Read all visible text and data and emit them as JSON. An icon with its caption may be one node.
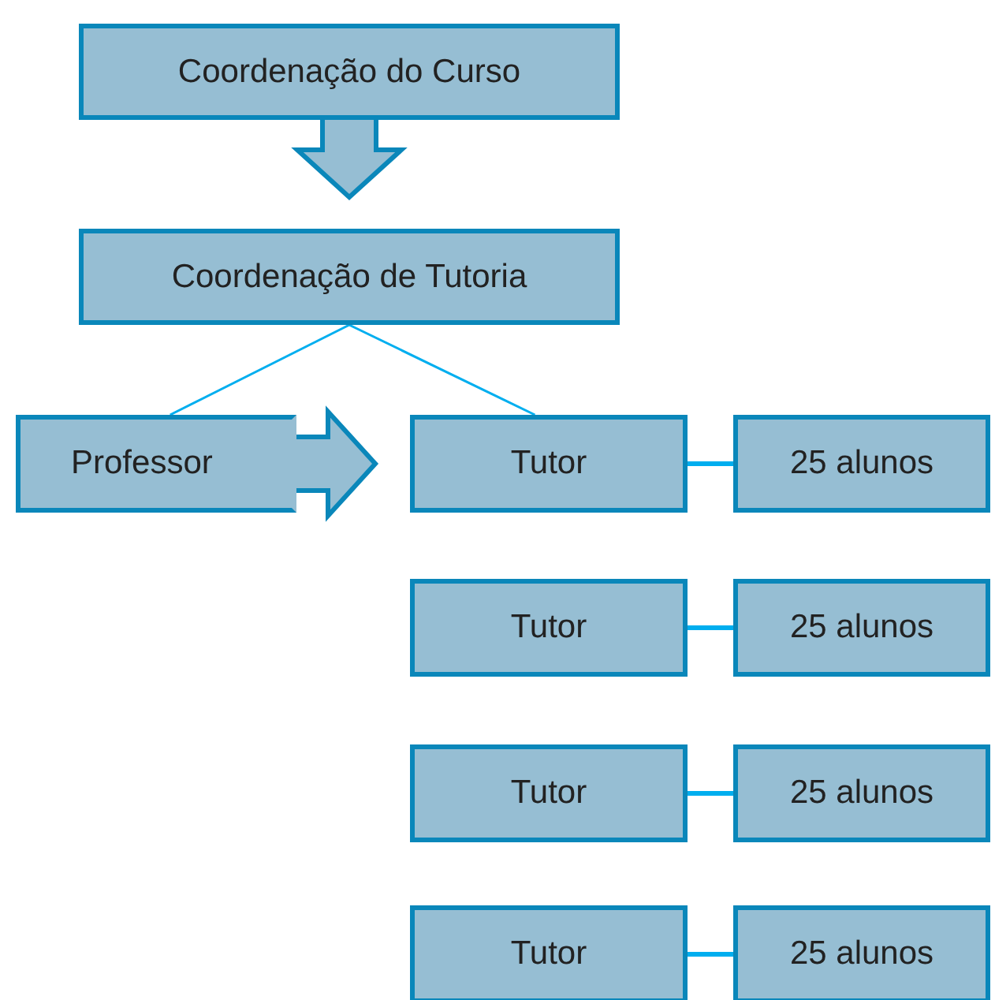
{
  "diagram": {
    "nodes": [
      {
        "text": [
          "Coordenação do Curso"
        ]
      },
      {
        "text": [
          "Coordenação de Tutoria"
        ]
      },
      {
        "text": [
          "Professor"
        ]
      },
      {
        "text": [
          "Tutor"
        ]
      },
      {
        "text": [
          "25 alunos"
        ]
      },
      {
        "text": [
          "Tutor"
        ]
      },
      {
        "text": [
          "25 alunos"
        ]
      },
      {
        "text": [
          "Tutor"
        ]
      },
      {
        "text": [
          "25 alunos"
        ]
      },
      {
        "text": [
          "Tutor"
        ]
      },
      {
        "text": [
          "25 alunos"
        ]
      }
    ],
    "edges": [
      {
        "from": 0,
        "to": 1,
        "arrow": "to",
        "style": "thick"
      },
      {
        "from": 1,
        "to": 2,
        "arrow": "none"
      },
      {
        "from": 1,
        "to": 3,
        "arrow": "none"
      },
      {
        "from": 2,
        "to": 3,
        "arrow": "to",
        "style": "thick"
      },
      {
        "from": 3,
        "to": 4,
        "arrow": "none"
      },
      {
        "from": 5,
        "to": 6,
        "arrow": "none"
      },
      {
        "from": 7,
        "to": 8,
        "arrow": "none"
      },
      {
        "from": 9,
        "to": 10,
        "arrow": "none"
      }
    ]
  }
}
